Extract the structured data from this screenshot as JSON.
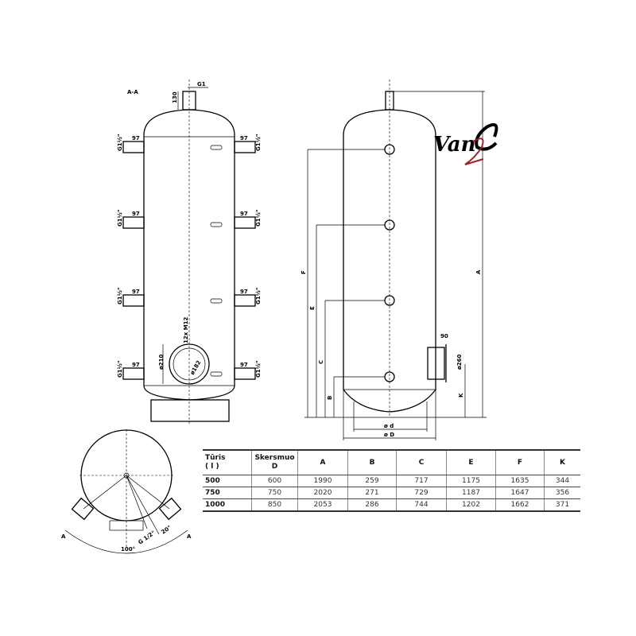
{
  "section_label": "A-A",
  "left_view": {
    "top_thread": "G1",
    "top_height": "130",
    "side_thread": "G1½\"",
    "side_length": "97",
    "flange_bolts": "12x M12",
    "flange_outer": "ø210",
    "flange_inner": "ø182"
  },
  "right_view": {
    "dims": {
      "F": "F",
      "E": "E",
      "C": "C",
      "B": "B",
      "A": "A",
      "K": "K"
    },
    "port_length": "90",
    "port_diameter": "ø260",
    "inner_diameter": "ø d",
    "outer_diameter": "ø D"
  },
  "plan_view": {
    "section_mark": "A",
    "angle_total": "100°",
    "angle_small": "20°",
    "drain_thread": "G 1/2\""
  },
  "logo": {
    "text": "VanO2",
    "accent_color": "#a0202a"
  },
  "table": {
    "headers": [
      [
        "Tūris",
        "( l )"
      ],
      [
        "Skersmuo",
        "D"
      ],
      "A",
      "B",
      "C",
      "E",
      "F",
      "K"
    ],
    "rows": [
      [
        "500",
        "600",
        "1990",
        "259",
        "717",
        "1175",
        "1635",
        "344"
      ],
      [
        "750",
        "750",
        "2020",
        "271",
        "729",
        "1187",
        "1647",
        "356"
      ],
      [
        "1000",
        "850",
        "2053",
        "286",
        "744",
        "1202",
        "1662",
        "371"
      ]
    ]
  }
}
